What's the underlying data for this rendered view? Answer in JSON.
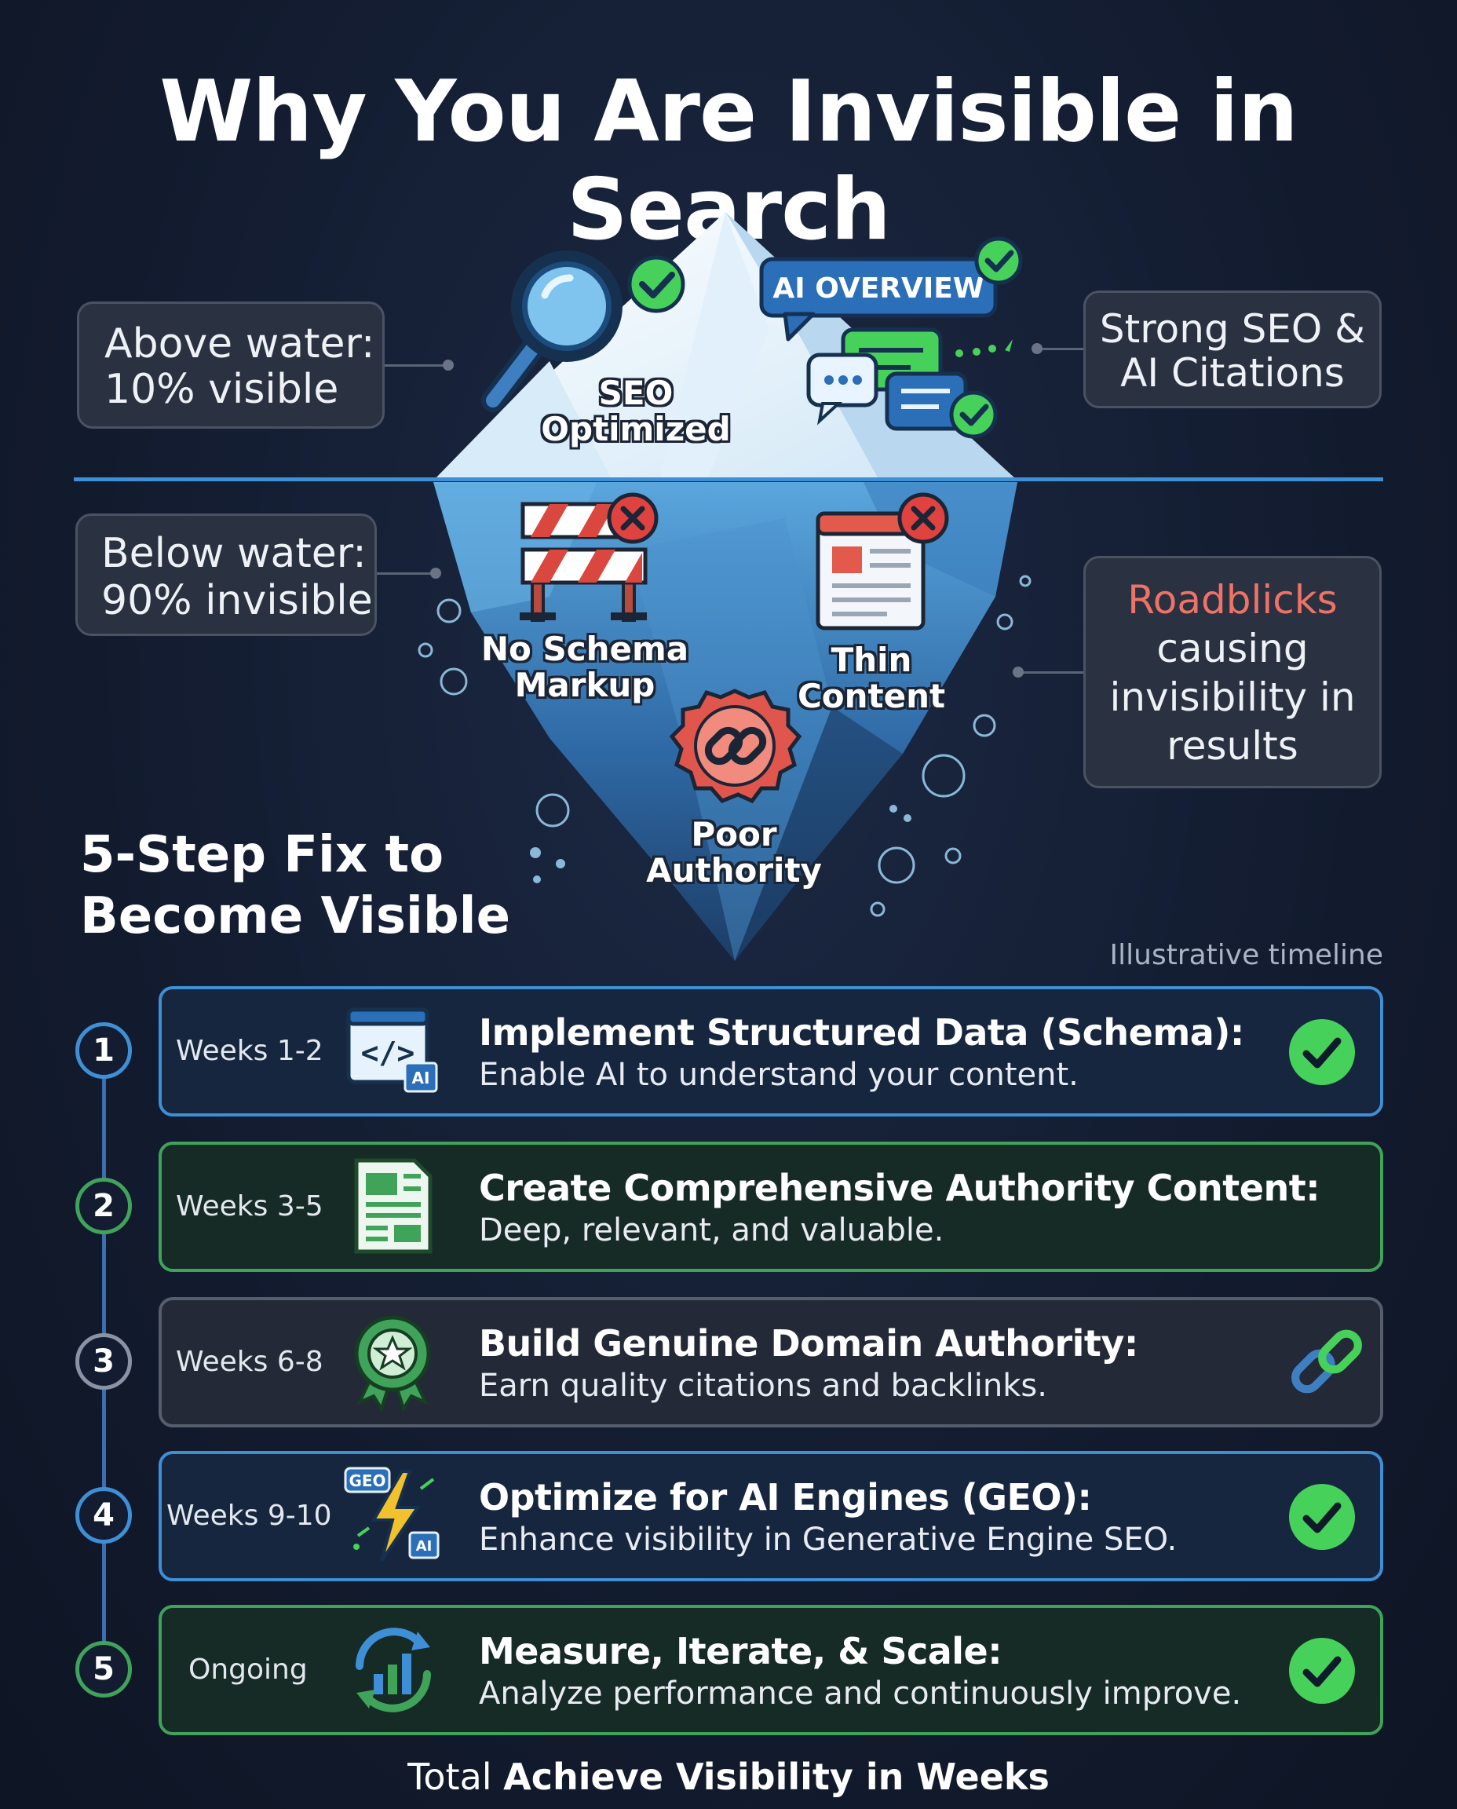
{
  "title": "Why You Are Invisible in Search",
  "labels": {
    "above": [
      "Above water:",
      "10% visible"
    ],
    "below": [
      "Below water:",
      "90% invisible"
    ],
    "strong": [
      "Strong SEO &",
      "AI Citations"
    ],
    "roadblocks": {
      "highlight": "Roadblicks",
      "rest": [
        "causing",
        "invisibility in",
        "results"
      ]
    }
  },
  "iceberg": {
    "seo": [
      "SEO",
      "Optimized"
    ],
    "ai_overview": "AI OVERVIEW",
    "no_schema": [
      "No Schema",
      "Markup"
    ],
    "thin": [
      "Thin",
      "Content"
    ],
    "poor": [
      "Poor",
      "Authority"
    ],
    "code_tag": "</>",
    "ai_tag": "AI",
    "geo_tag": "GEO"
  },
  "fix_title": [
    "5-Step Fix to",
    "Become Visible"
  ],
  "timeline_note": "Illustrative timeline",
  "steps": [
    {
      "num": "1",
      "weeks": "Weeks 1-2",
      "title": "Implement Structured Data (Schema):",
      "desc": "Enable AI to understand your content.",
      "icon": "code-ai-icon",
      "status": "check-icon"
    },
    {
      "num": "2",
      "weeks": "Weeks 3-5",
      "title": "Create Comprehensive Authority Content:",
      "desc": "Deep, relevant, and valuable.",
      "icon": "document-icon",
      "status": ""
    },
    {
      "num": "3",
      "weeks": "Weeks 6-8",
      "title": "Build Genuine Domain Authority:",
      "desc": "Earn quality citations and backlinks.",
      "icon": "award-badge-icon",
      "status": "chain-link-icon"
    },
    {
      "num": "4",
      "weeks": "Weeks 9-10",
      "title": "Optimize for AI Engines (GEO):",
      "desc": "Enhance visibility in Generative Engine SEO.",
      "icon": "geo-lightning-icon",
      "status": "check-icon"
    },
    {
      "num": "5",
      "weeks": "Ongoing",
      "title": "Measure, Iterate, & Scale:",
      "desc": "Analyze performance and continuously improve.",
      "icon": "growth-chart-icon",
      "status": "check-icon"
    }
  ],
  "total": {
    "prefix": "Total",
    "bold": "Achieve Visibility in Weeks"
  },
  "colors": {
    "blue": "#3e8fd6",
    "green": "#3fa35a",
    "gray": "#565e6e",
    "check": "#46d25a",
    "danger": "#e0433f",
    "roadblock_text": "#f07266"
  }
}
